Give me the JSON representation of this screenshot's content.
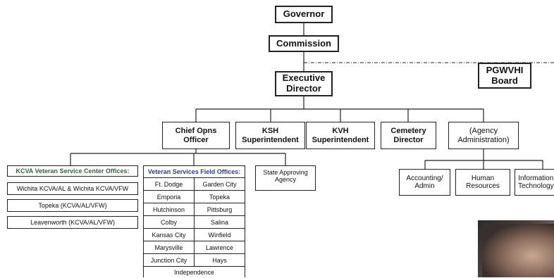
{
  "org_chart": {
    "governor": "Governor",
    "commission": "Commission",
    "executive_director": "Executive\nDirector",
    "pgwvhi_board": "PGWVHI\nBoard",
    "chief_opns_officer": "Chief Opns\nOfficer",
    "ksh_superintendent": "KSH\nSuperintendent",
    "kvh_superintendent": "KVH\nSuperintendent",
    "cemetery_director": "Cemetery\nDirector",
    "agency_administration": "(Agency\nAdministration)",
    "accounting_admin": "Accounting/\nAdmin",
    "human_resources": "Human\nResources",
    "information_technology": "Information\nTechnology",
    "state_approving_agency": "State Approving\nAgency"
  },
  "kcva_offices": {
    "header": "KCVA Veteran Service Center Offices:",
    "items": [
      "Wichita KCVA/AL & Wichita KCVA/VFW",
      "Topeka (KCVA/AL/VFW)",
      "Leavenworth (KCVA/AL/VFW)"
    ]
  },
  "field_offices": {
    "header": "Veteran Services Field Offices:",
    "rows": [
      [
        "Ft. Dodge",
        "Garden City"
      ],
      [
        "Emporia",
        "Topeka"
      ],
      [
        "Hutchinson",
        "Pittsburg"
      ],
      [
        "Colby",
        "Salina"
      ],
      [
        "Kansas City",
        "Winfield"
      ],
      [
        "Marysville",
        "Lawrence"
      ],
      [
        "Junction City",
        "Hays"
      ]
    ],
    "last": "Independence"
  }
}
